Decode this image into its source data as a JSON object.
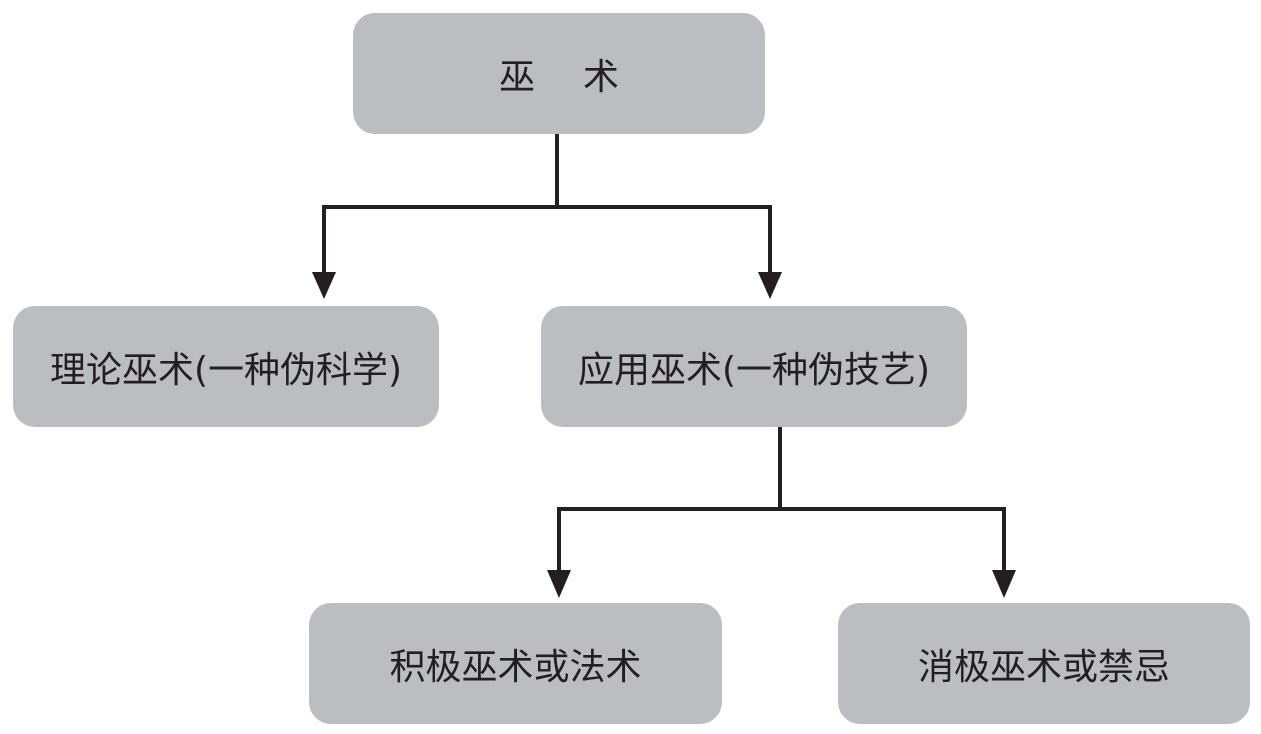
{
  "diagram": {
    "root": "巫术",
    "level1": {
      "theoretical": "理论巫术(一种伪科学)",
      "applied": "应用巫术(一种伪技艺)"
    },
    "level2": {
      "positive": "积极巫术或法术",
      "negative": "消极巫术或禁忌"
    }
  }
}
